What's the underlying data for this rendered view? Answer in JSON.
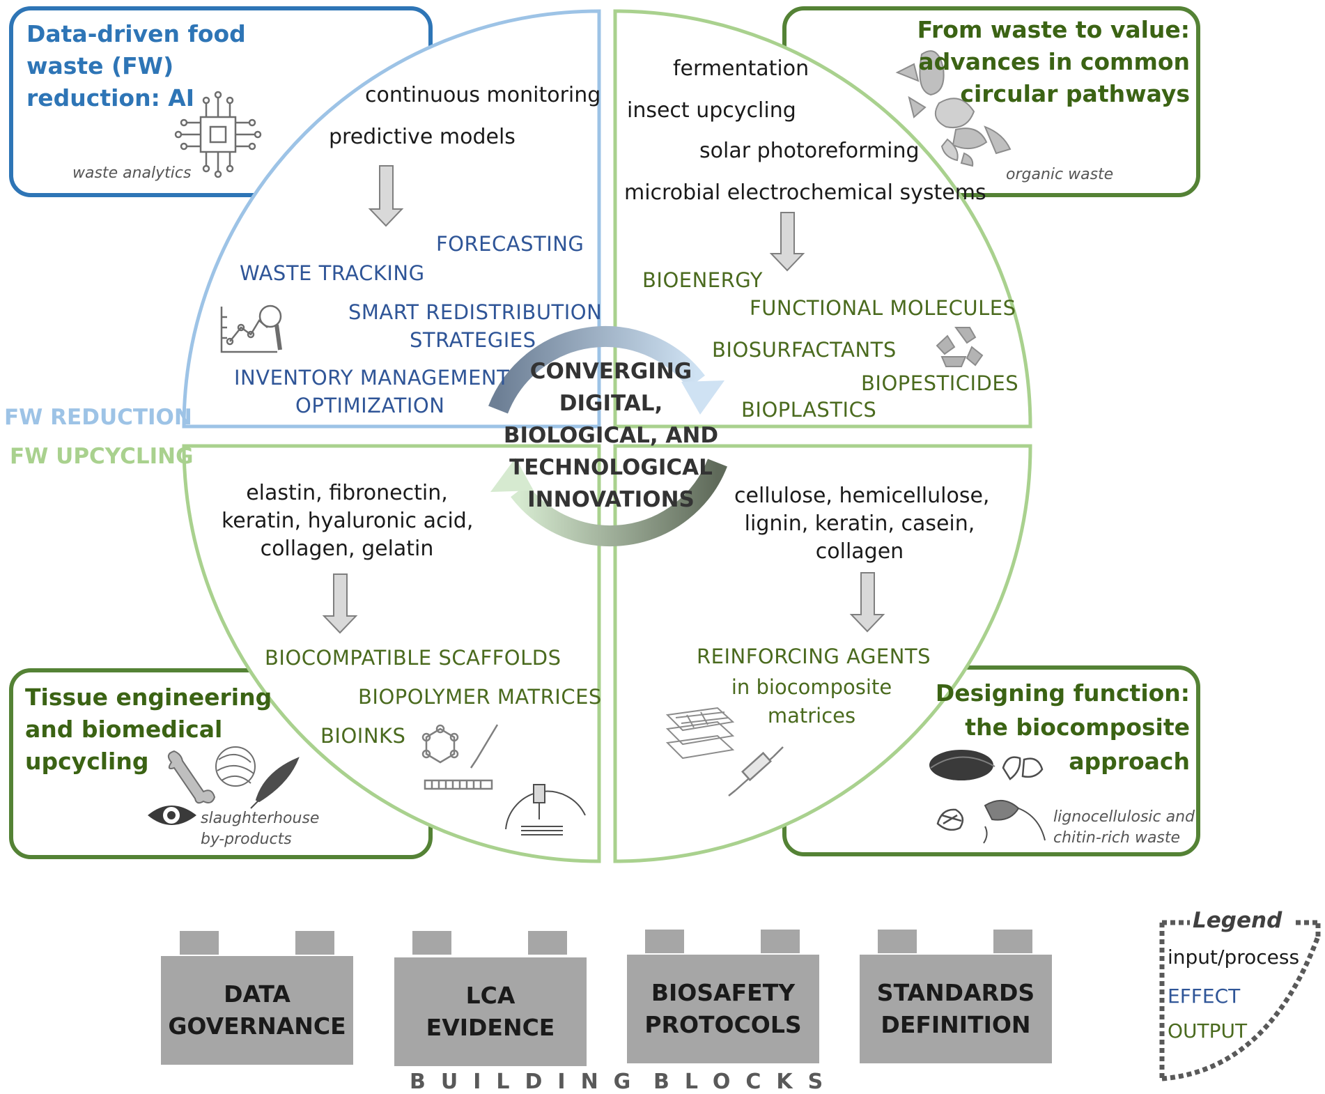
{
  "quadrants": {
    "top_left": {
      "title_lines": [
        "Data-driven food",
        "waste (FW)",
        "reduction: AI"
      ],
      "caption": "waste analytics",
      "inputs": [
        "continuous monitoring",
        "predictive models"
      ],
      "effects": [
        "FORECASTING",
        "WASTE TRACKING",
        "SMART REDISTRIBUTION",
        "STRATEGIES",
        "INVENTORY MANAGEMENT",
        "OPTIMIZATION"
      ],
      "icons": [
        "chip-icon",
        "chart-magnifier-icon"
      ]
    },
    "top_right": {
      "title_lines": [
        "From waste to value:",
        "advances in common",
        "circular pathways"
      ],
      "caption": "organic waste",
      "inputs": [
        "fermentation",
        "insect upcycling",
        "solar photoreforming",
        "microbial electrochemical systems"
      ],
      "outputs": [
        "BIOENERGY",
        "FUNCTIONAL MOLECULES",
        "BIOSURFACTANTS",
        "BIOPESTICIDES",
        "BIOPLASTICS"
      ],
      "icons": [
        "organic-waste-icon",
        "recycle-icon"
      ]
    },
    "bottom_left": {
      "title_lines": [
        "Tissue engineering",
        "and biomedical",
        "upcycling"
      ],
      "caption_lines": [
        "slaughterhouse",
        "by-products"
      ],
      "inputs": [
        "elastin, fibronectin,",
        "keratin, hyaluronic acid,",
        "collagen, gelatin"
      ],
      "outputs": [
        "BIOCOMPATIBLE SCAFFOLDS",
        "BIOPOLYMER MATRICES",
        "BIOINKS"
      ],
      "icons": [
        "bone-icon",
        "wool-icon",
        "feather-icon",
        "eye-icon",
        "molecule-pipette-icon",
        "bioprinter-icon"
      ]
    },
    "bottom_right": {
      "title_lines": [
        "Designing function:",
        "the biocomposite",
        "approach"
      ],
      "caption_lines": [
        "lignocellulosic and",
        "chitin-rich waste"
      ],
      "inputs": [
        "cellulose, hemicellulose,",
        "lignin, keratin, casein,",
        "collagen"
      ],
      "outputs": [
        "REINFORCING AGENTS"
      ],
      "output_detail": [
        "in biocomposite",
        "matrices"
      ],
      "icons": [
        "layers-icon",
        "syringe-icon",
        "fiber-pile-icon",
        "shell-icon",
        "shrimp-icon",
        "crustacean-icon"
      ]
    }
  },
  "side_labels": {
    "reduction": "FW REDUCTION",
    "upcycling": "FW UPCYCLING"
  },
  "center": [
    "CONVERGING",
    "DIGITAL,",
    "BIOLOGICAL, AND",
    "TECHNOLOGICAL",
    "INNOVATIONS"
  ],
  "building_blocks": {
    "blocks": [
      [
        "DATA",
        "GOVERNANCE"
      ],
      [
        "LCA",
        "EVIDENCE"
      ],
      [
        "BIOSAFETY",
        "PROTOCOLS"
      ],
      [
        "STANDARDS",
        "DEFINITION"
      ]
    ],
    "caption_words": [
      "BUILDING",
      "BLOCKS"
    ]
  },
  "legend": {
    "title": "Legend",
    "items": [
      "input/process",
      "EFFECT",
      "OUTPUT"
    ]
  },
  "colors": {
    "reduction_blue": "#2e75b6",
    "light_blue": "#9dc3e6",
    "effect_blue": "#2f5597",
    "upcycling_green": "#a9d18e",
    "dark_green": "#548235",
    "output_green": "#4a6a1e",
    "block_gray": "#a6a6a6"
  }
}
